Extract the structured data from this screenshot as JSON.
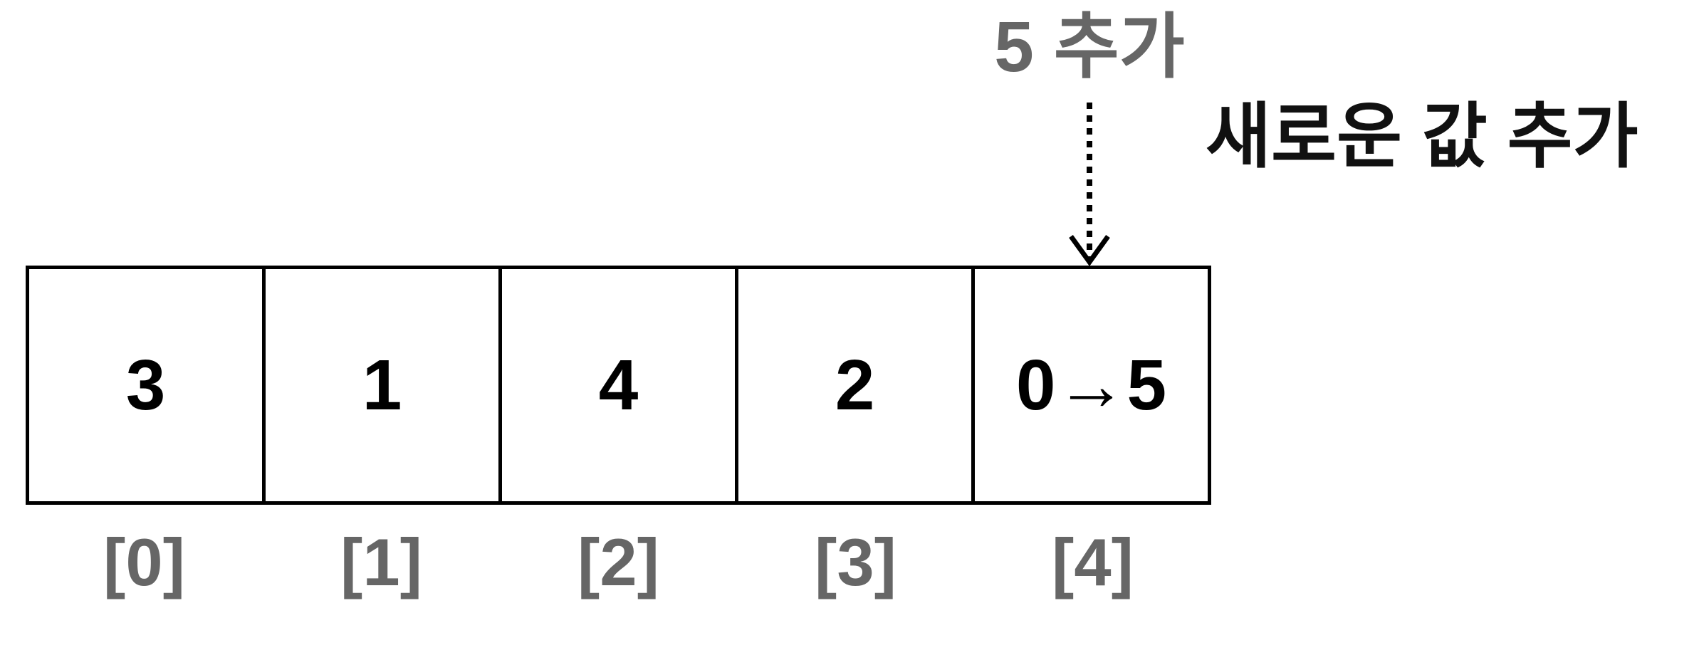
{
  "annotations": {
    "insert_label": "5 추가",
    "description": "새로운 값 추가"
  },
  "array": {
    "cells": [
      {
        "value": "3",
        "index": "[0]"
      },
      {
        "value": "1",
        "index": "[1]"
      },
      {
        "value": "4",
        "index": "[2]"
      },
      {
        "value": "2",
        "index": "[3]"
      },
      {
        "value": "0→5",
        "index": "[4]"
      }
    ]
  },
  "colors": {
    "stroke": "#000000",
    "label_gray": "#666666",
    "text_dark": "#111111",
    "background": "#ffffff"
  }
}
